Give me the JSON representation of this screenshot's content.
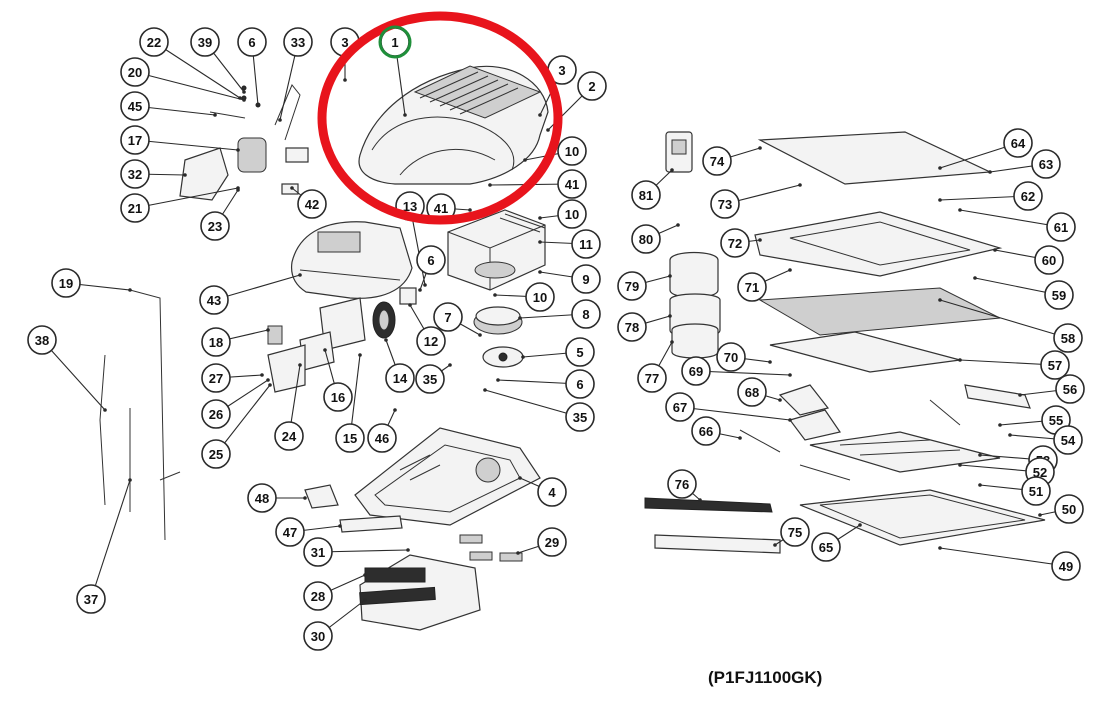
{
  "diagram": {
    "model_code": "(P1FJ1100GK)",
    "callouts": [
      {
        "label": "22"
      },
      {
        "label": "39"
      },
      {
        "label": "6"
      },
      {
        "label": "33"
      },
      {
        "label": "3"
      },
      {
        "label": "1"
      },
      {
        "label": "3"
      },
      {
        "label": "2"
      },
      {
        "label": "20"
      },
      {
        "label": "45"
      },
      {
        "label": "17"
      },
      {
        "label": "32"
      },
      {
        "label": "21"
      },
      {
        "label": "23"
      },
      {
        "label": "42"
      },
      {
        "label": "13"
      },
      {
        "label": "41"
      },
      {
        "label": "41"
      },
      {
        "label": "10"
      },
      {
        "label": "10"
      },
      {
        "label": "11"
      },
      {
        "label": "9"
      },
      {
        "label": "10"
      },
      {
        "label": "43"
      },
      {
        "label": "6"
      },
      {
        "label": "19"
      },
      {
        "label": "38"
      },
      {
        "label": "18"
      },
      {
        "label": "27"
      },
      {
        "label": "26"
      },
      {
        "label": "25"
      },
      {
        "label": "24"
      },
      {
        "label": "16"
      },
      {
        "label": "15"
      },
      {
        "label": "14"
      },
      {
        "label": "12"
      },
      {
        "label": "7"
      },
      {
        "label": "8"
      },
      {
        "label": "5"
      },
      {
        "label": "35"
      },
      {
        "label": "6"
      },
      {
        "label": "35"
      },
      {
        "label": "46"
      },
      {
        "label": "4"
      },
      {
        "label": "48"
      },
      {
        "label": "47"
      },
      {
        "label": "31"
      },
      {
        "label": "29"
      },
      {
        "label": "28"
      },
      {
        "label": "30"
      },
      {
        "label": "37"
      },
      {
        "label": "81"
      },
      {
        "label": "74"
      },
      {
        "label": "64"
      },
      {
        "label": "63"
      },
      {
        "label": "73"
      },
      {
        "label": "62"
      },
      {
        "label": "61"
      },
      {
        "label": "80"
      },
      {
        "label": "72"
      },
      {
        "label": "60"
      },
      {
        "label": "79"
      },
      {
        "label": "71"
      },
      {
        "label": "59"
      },
      {
        "label": "78"
      },
      {
        "label": "58"
      },
      {
        "label": "77"
      },
      {
        "label": "70"
      },
      {
        "label": "69"
      },
      {
        "label": "57"
      },
      {
        "label": "56"
      },
      {
        "label": "68"
      },
      {
        "label": "67"
      },
      {
        "label": "55"
      },
      {
        "label": "66"
      },
      {
        "label": "54"
      },
      {
        "label": "53"
      },
      {
        "label": "52"
      },
      {
        "label": "51"
      },
      {
        "label": "76"
      },
      {
        "label": "50"
      },
      {
        "label": "75"
      },
      {
        "label": "65"
      },
      {
        "label": "49"
      }
    ],
    "highlight": {
      "target_label": "1",
      "ring_color": "#e8141c",
      "marker_color": "#1f8f3a"
    },
    "line_color": "#2a2a2a"
  }
}
